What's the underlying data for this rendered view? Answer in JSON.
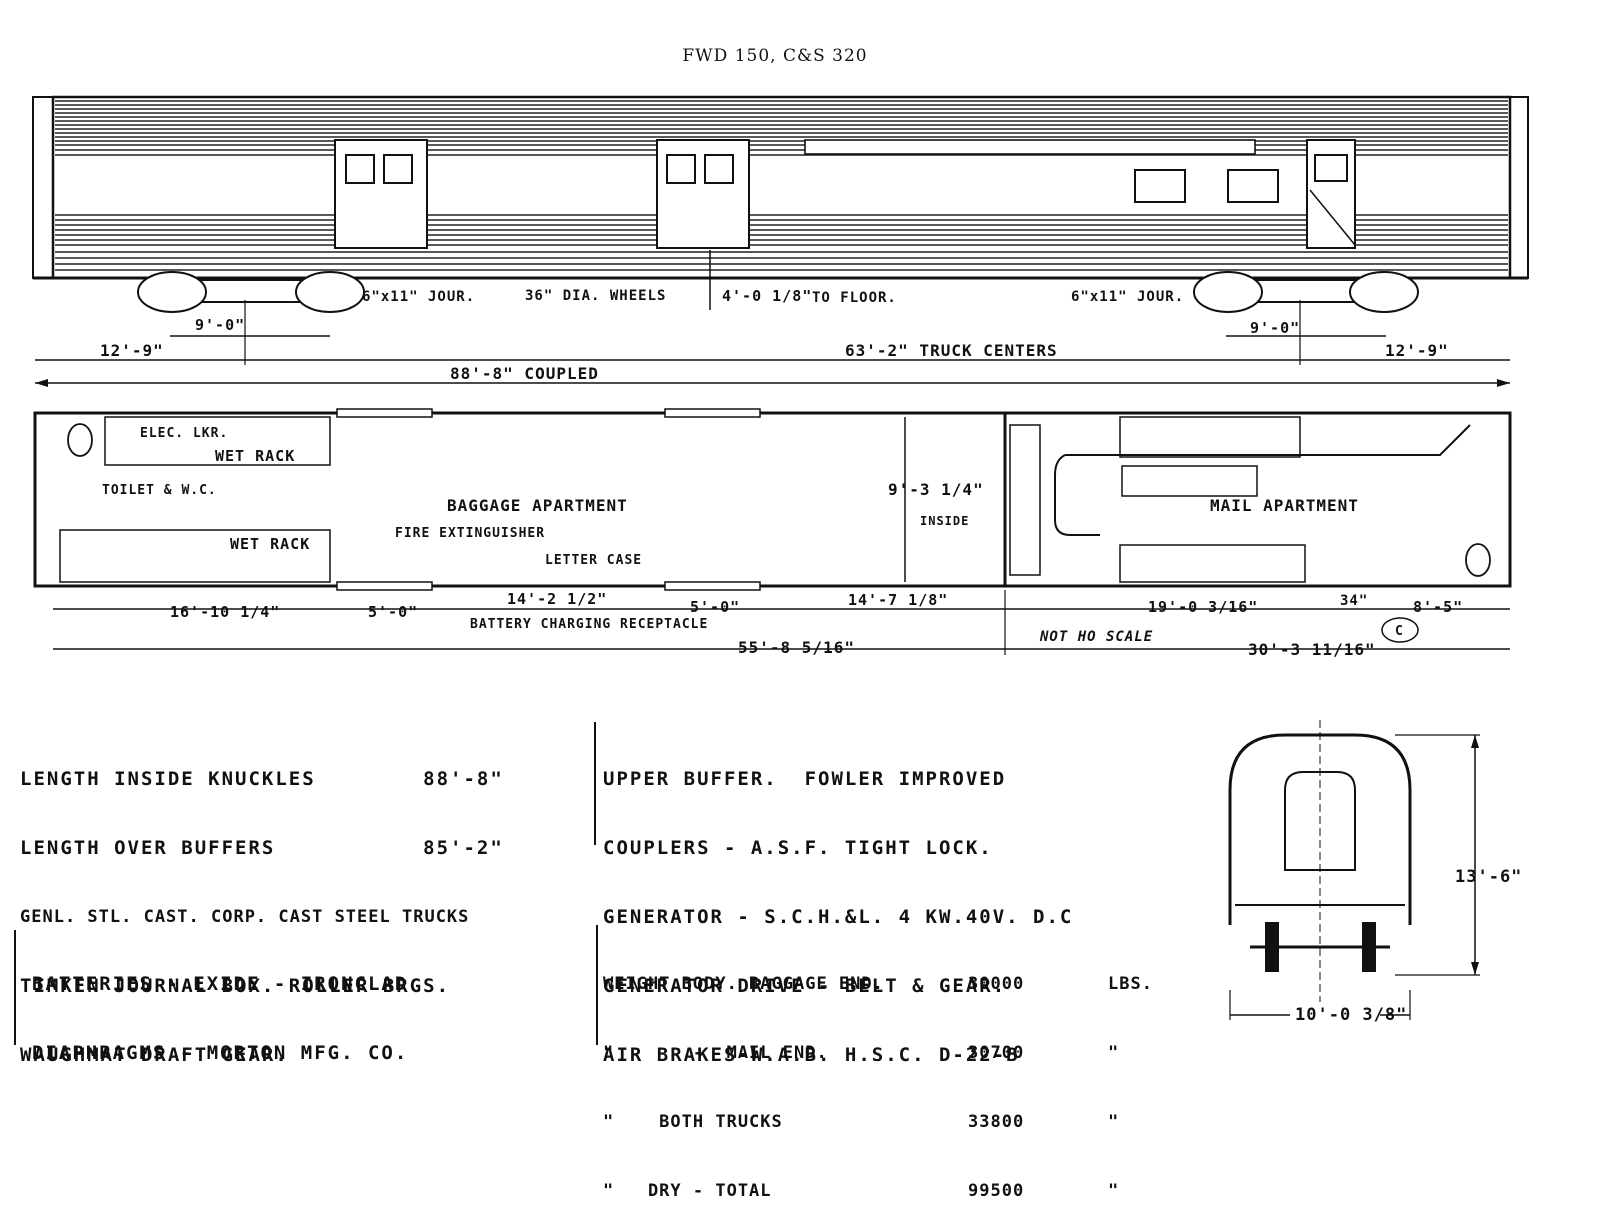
{
  "title": "FWD 150, C&S 320",
  "elevation": {
    "journal_left": "6\"x11\" JOUR.",
    "wheels": "36\" DIA. WHEELS",
    "floor_height": "4'-0 1/8\"",
    "to_floor": "TO FLOOR.",
    "journal_right": "6\"x11\" JOUR.",
    "wheelbase_left": "9'-0\"",
    "wheelbase_right": "9'-0\"",
    "overhang_left": "12'-9\"",
    "truck_centers": "63'-2\" TRUCK CENTERS",
    "overhang_right": "12'-9\"",
    "coupled": "88'-8\" COUPLED"
  },
  "plan": {
    "elec_lkr": "ELEC. LKR.",
    "wet_rack_top": "WET RACK",
    "toilet": "TOILET & W.C.",
    "baggage": "BAGGAGE APARTMENT",
    "fire_ext": "FIRE EXTINGUISHER",
    "letter_case": "LETTER CASE",
    "wet_rack_bottom": "WET RACK",
    "inside_width": "9'-3 1/4\"",
    "inside": "INSIDE",
    "mail": "MAIL APARTMENT",
    "dim_16": "16'-10 1/4\"",
    "dim_5a": "5'-0\"",
    "dim_14a": "14'-2 1/2\"",
    "dim_5b": "5'-0\"",
    "dim_14b": "14'-7 1/8\"",
    "dim_19": "19'-0 3/16\"",
    "dim_34": "34\"",
    "dim_8": "8'-5\"",
    "battery": "BATTERY CHARGING RECEPTACLE",
    "baggage_len": "55'-8 5/16\"",
    "not_ho": "NOT HO SCALE",
    "mail_len": "30'-3 11/16\"",
    "copyright": "C"
  },
  "specs_left": [
    "LENGTH INSIDE KNUCKLES        88'-8\"",
    "LENGTH OVER BUFFERS           85'-2\"",
    "GENL. STL. CAST. CORP. CAST STEEL TRUCKS",
    "TIMKEN JOURNAL BOX. ROLLER BRGS.",
    "WAUGHMAT DRAFT GEAR."
  ],
  "specs_right": [
    "UPPER BUFFER.  FOWLER IMPROVED",
    "COUPLERS - A.S.F. TIGHT LOCK.",
    "GENERATOR - S.C.H.&L. 4 KW.40V. D.C",
    "GENERATOR DRIVE - BELT & GEAR.",
    "AIR BRAKES-W.A.B. H.S.C. D-22-B"
  ],
  "batteries": [
    "BATTERIES - EXIDE - IRONCLAD",
    "DIAPHRAGMS - MORTON MFG. CO."
  ],
  "weights": [
    {
      "label": "WEIGHT BODY. BAGGAGE END.",
      "value": "30000",
      "unit": "LBS."
    },
    {
      "label": "\"       -  MAIL END.",
      "value": "30700",
      "unit": "\""
    },
    {
      "label": "\"    BOTH TRUCKS",
      "value": "33800",
      "unit": "\""
    },
    {
      "label": "\"   DRY - TOTAL",
      "value": "99500",
      "unit": "\""
    }
  ],
  "end_view": {
    "height": "13'-6\"",
    "width": "10'-0 3/8\""
  }
}
